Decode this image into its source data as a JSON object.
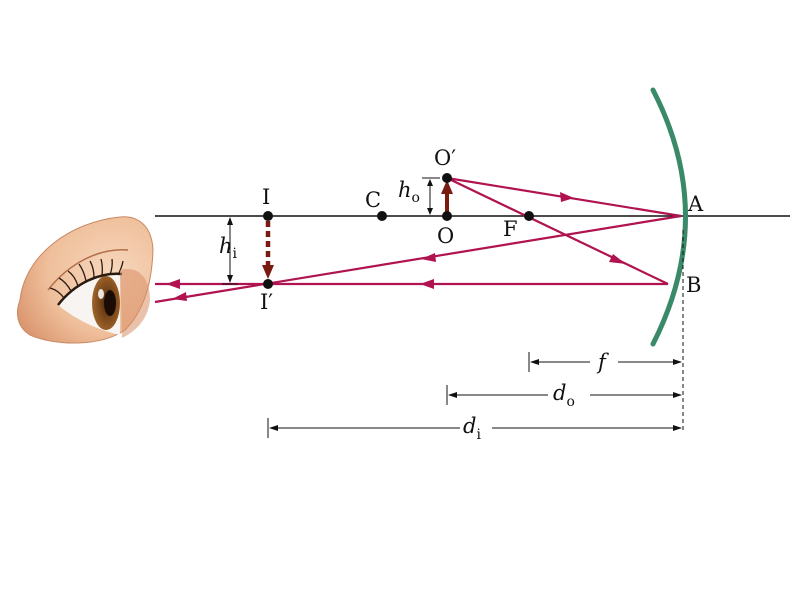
{
  "points": {
    "I": "I",
    "I_prime": "I′",
    "C": "C",
    "O": "O",
    "O_prime": "O′",
    "F": "F",
    "A": "A",
    "B": "B"
  },
  "dimensions": {
    "h_o": {
      "var": "h",
      "sub": "o"
    },
    "h_i": {
      "var": "h",
      "sub": "i"
    },
    "f": {
      "var": "f"
    },
    "d_o": {
      "var": "d",
      "sub": "o"
    },
    "d_i": {
      "var": "d",
      "sub": "i"
    }
  },
  "colors": {
    "ray": "#b0134f",
    "mirror": "#3a8a6a",
    "object_arrow": "#7a1b12",
    "axis": "#111111",
    "skin": "#f2c9a6",
    "iris": "#7a4a1e"
  }
}
